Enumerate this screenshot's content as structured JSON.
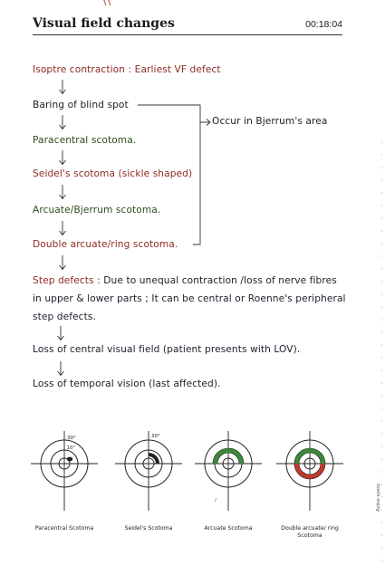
{
  "header": {
    "title": "Visual field changes",
    "timecode": "00:18:04"
  },
  "flow": {
    "isoptre": "Isoptre contraction : Earliest VF defect",
    "baring": "Baring of blind spot",
    "bjerrum_note": "Occur in Bjerrum's area",
    "paracentral": "Paracentral scotoma.",
    "seidel": "Seidel's scotoma (sickle shaped)",
    "arcuate": "Arcuate/Bjerrum scotoma.",
    "double_arcuate": "Double arcuate/ring scotoma.",
    "step_title": "Step defects :",
    "step_text": "Due to unequal contraction /loss of nerve fibres in upper & lower parts ; It can be central or Roenne's peripheral step defects.",
    "central_loss": "Loss of central visual field (patient presents with LOV).",
    "temporal_loss": "Loss of temporal vision (last affected)."
  },
  "figures": [
    {
      "caption": "Paracentral Scotoma",
      "deg_outer": "30°",
      "deg_inner": "10°"
    },
    {
      "caption": "Seidel's Scotoma",
      "deg_outer": "30°"
    },
    {
      "caption": "Arcuate Scotoma"
    },
    {
      "caption": "Double arcuate/ ring Scotoma"
    }
  ],
  "sidebar": {
    "label": "Active eyenz"
  },
  "colors": {
    "red": "#8e2a22",
    "green": "#2e4d1f",
    "ring_green": "#3b8a3a",
    "ring_red": "#c0392b"
  }
}
